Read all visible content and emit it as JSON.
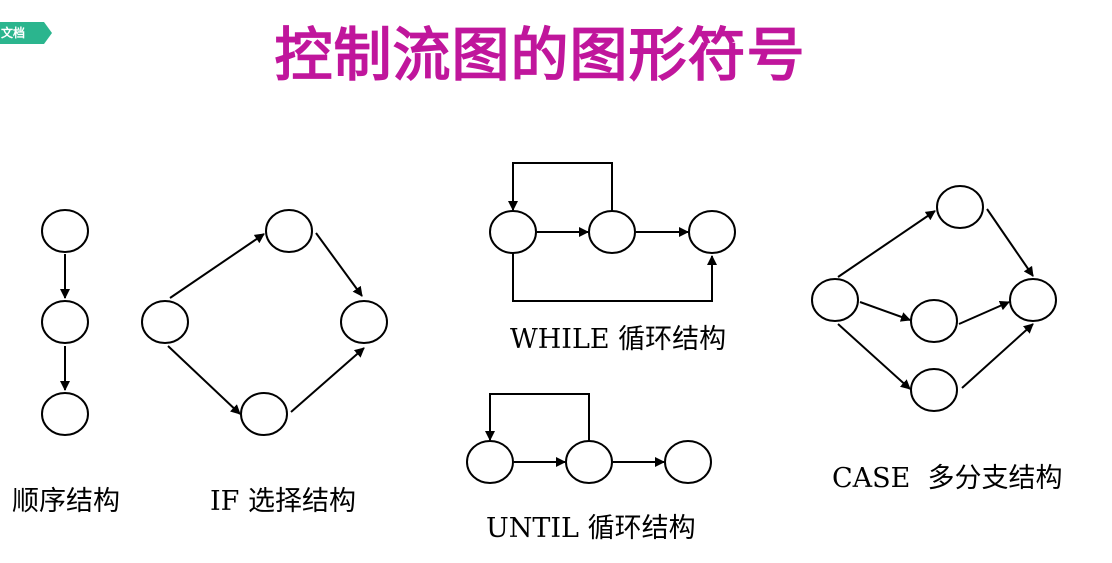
{
  "badge": {
    "text": "文档"
  },
  "title": "控制流图的图形符号",
  "labels": {
    "sequence": "顺序结构",
    "if": "IF 选择结构",
    "while": "WHILE 循环结构",
    "until": "UNTIL 循环结构",
    "case": "CASE  多分支结构"
  },
  "colors": {
    "title": "#c0169c",
    "badge": "#2bb58e",
    "stroke": "#000000"
  }
}
